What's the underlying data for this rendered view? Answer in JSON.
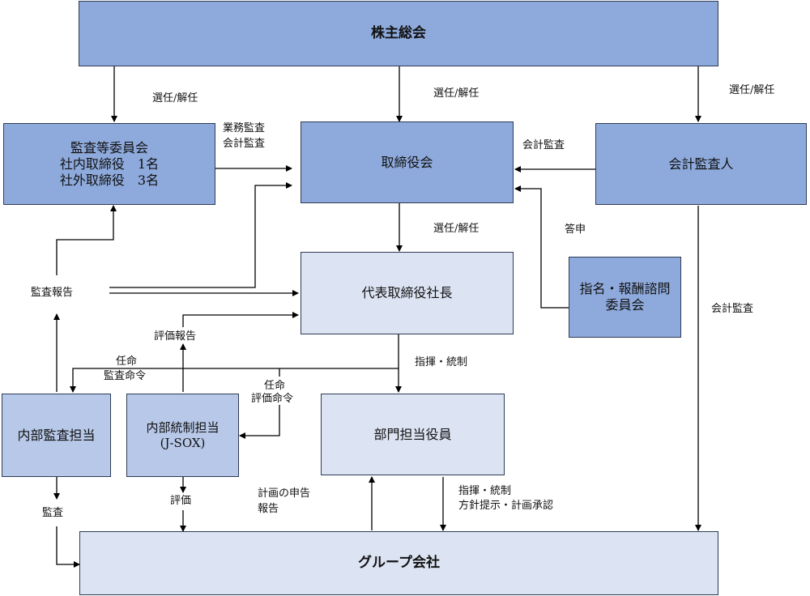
{
  "boxes": {
    "shareholders": "株主総会",
    "audit_committee": [
      "監査等委員会",
      "社内取締役　1名",
      "社外取締役　3名"
    ],
    "board": "取締役会",
    "auditor": "会計監査人",
    "ceo": "代表取締役社長",
    "nomination": [
      "指名・報酬諮問",
      "委員会"
    ],
    "internal_audit": "内部監査担当",
    "internal_control": [
      "内部統制担当",
      "(J-SOX)"
    ],
    "division": "部門担当役員",
    "group": "グループ会社"
  },
  "labels": {
    "elect1": "選任/解任",
    "elect2": "選任/解任",
    "elect3": "選任/解任",
    "elect4": "選任/解任",
    "business_audit": "業務監査",
    "accounting_audit1": "会計監査",
    "accounting_audit2": "会計監査",
    "accounting_audit3": "会計監査",
    "report_reply": "答申",
    "audit_report": "監査報告",
    "eval_report": "評価報告",
    "appoint1": "任命",
    "audit_order": "監査命令",
    "appoint2": "任命",
    "eval_order": "評価命令",
    "command1": "指揮・統制",
    "audit": "監査",
    "evaluation": "評価",
    "plan_report1": "計画の申告",
    "plan_report2": "報告",
    "command2": "指揮・統制",
    "policy": "方針提示・計画承認"
  },
  "colors": {
    "dark_box": "#8eaadc",
    "mid_box": "#b7c8e8",
    "light_box": "#dce4f3",
    "line": "#000000"
  }
}
